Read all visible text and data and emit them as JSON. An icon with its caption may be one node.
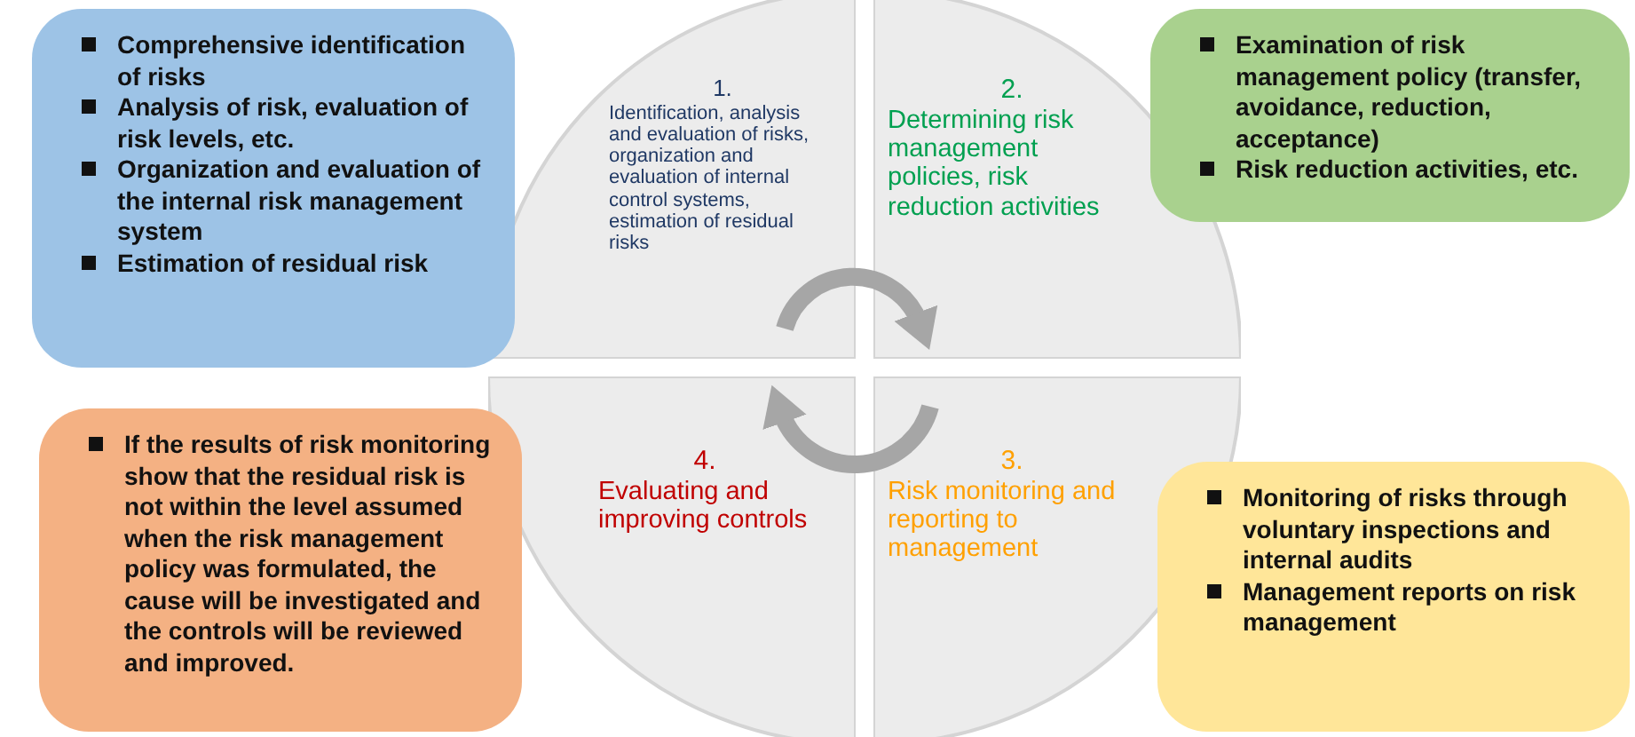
{
  "diagram": {
    "nodes": [
      {
        "text": [
          "Comprehensive identification of risks",
          "Analysis of risk, evaluation of risk levels, etc.",
          "Organization and evaluation of the internal risk management system",
          "Estimation of residual risk"
        ]
      },
      {
        "text": [
          "1.",
          "Identification, analysis and evaluation of risks, organization and evaluation of internal control systems, estimation of residual risks"
        ]
      },
      {
        "text": [
          "2.",
          "Determining risk management policies, risk reduction activities"
        ]
      },
      {
        "text": [
          "Examination of risk management policy (transfer, avoidance, reduction, acceptance)",
          "Risk reduction activities, etc."
        ]
      },
      {
        "text": [
          "If the results of risk monitoring show that the residual risk is not within the level assumed when the risk management policy was formulated, the cause will be investigated and the controls will be reviewed and improved."
        ]
      },
      {
        "text": [
          "4.",
          "Evaluating and improving controls"
        ]
      },
      {
        "text": [
          "3.",
          "Risk monitoring and reporting to management"
        ]
      },
      {
        "text": [
          "Monitoring of risks through voluntary inspections and internal audits",
          "Management reports on risk management"
        ]
      }
    ],
    "edges": [
      {
        "from": 1,
        "to": 2,
        "arrow": "to"
      },
      {
        "from": 6,
        "to": 5,
        "arrow": "to"
      }
    ]
  }
}
